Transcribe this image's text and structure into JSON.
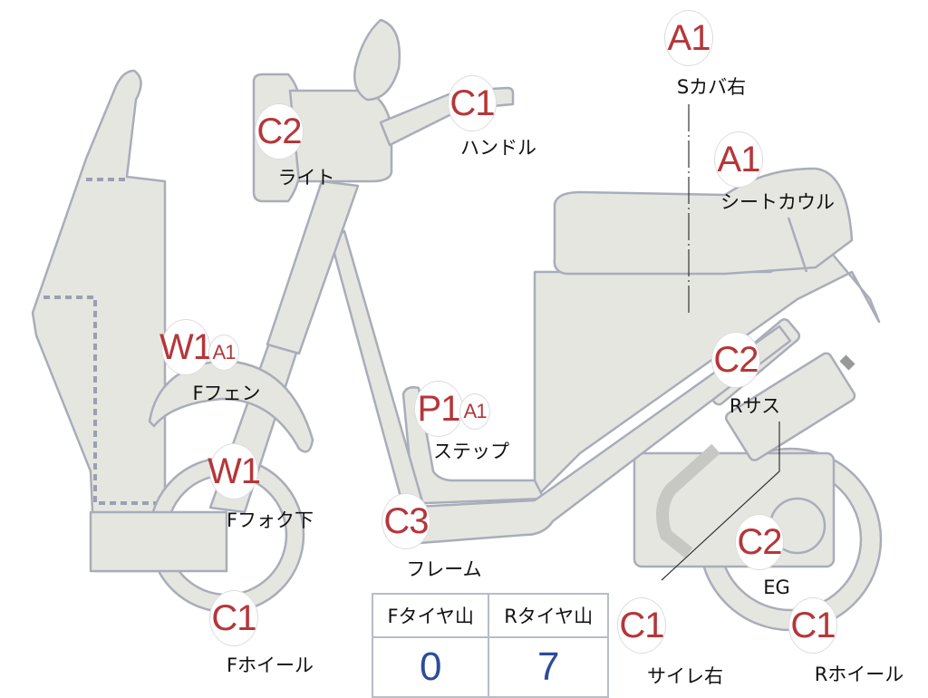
{
  "colors": {
    "body_fill": "#e6e6e1",
    "outline": "#a9adb9",
    "badge_text": "#b5363a",
    "value_text": "#2b4c9a"
  },
  "parts": [
    {
      "id": "s-cover-right",
      "code": "A1",
      "label": "Sカバ右"
    },
    {
      "id": "seat-cowl",
      "code": "A1",
      "label": "シートカウル"
    },
    {
      "id": "handle",
      "code": "C1",
      "label": "ハンドル"
    },
    {
      "id": "light",
      "code": "C2",
      "label": "ライト"
    },
    {
      "id": "front-fender",
      "code": "W1",
      "code2": "A1",
      "label": "Fフェン"
    },
    {
      "id": "step",
      "code": "P1",
      "code2": "A1",
      "label": "ステップ"
    },
    {
      "id": "front-fork-lower",
      "code": "W1",
      "label": "Fフォク下"
    },
    {
      "id": "frame",
      "code": "C3",
      "label": "フレーム"
    },
    {
      "id": "rear-suspension",
      "code": "C2",
      "label": "Rサス"
    },
    {
      "id": "engine",
      "code": "C2",
      "label": "EG"
    },
    {
      "id": "front-wheel",
      "code": "C1",
      "label": "Fホイール"
    },
    {
      "id": "muffler-right",
      "code": "C1",
      "label": "サイレ右"
    },
    {
      "id": "rear-wheel",
      "code": "C1",
      "label": "Rホイール"
    }
  ],
  "tire_tread": {
    "front_label": "Fタイヤ山",
    "rear_label": "Rタイヤ山",
    "front_value": "0",
    "rear_value": "7"
  }
}
